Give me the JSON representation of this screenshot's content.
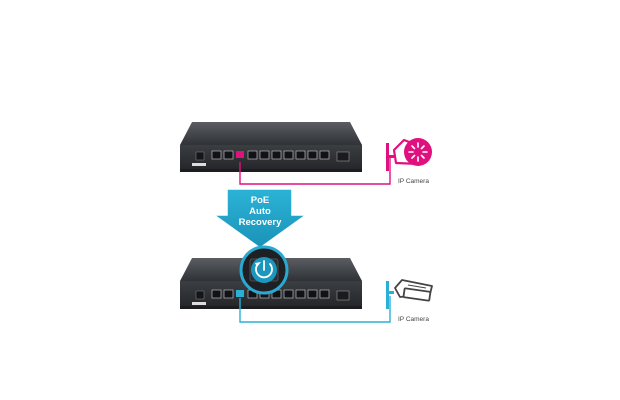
{
  "top_scene": {
    "camera_label": "IP Camera",
    "cable_color": "#e0117f",
    "port_color": "#e0117f",
    "camera_icon": "ip-camera-fault-icon"
  },
  "arrow": {
    "line1": "PoE",
    "line2": "Auto",
    "line3": "Recovery",
    "color": "#22a3c8"
  },
  "bottom_scene": {
    "camera_label": "IP Camera",
    "cable_color": "#2ab0d6",
    "port_color": "#2ab0d6",
    "camera_icon": "ip-camera-icon",
    "recovery_icon": "power-restart-icon"
  }
}
